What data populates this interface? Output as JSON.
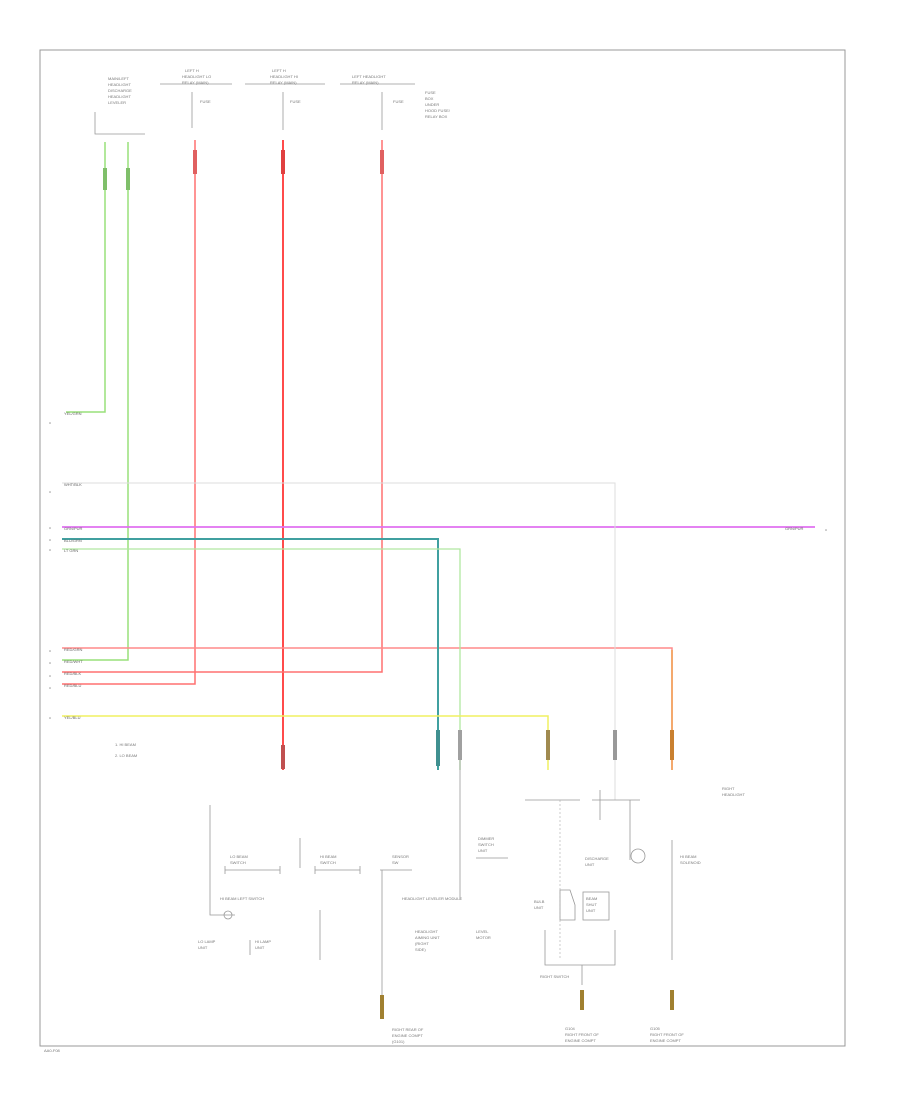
{
  "connectors_top": [
    {
      "lines": [
        "MAIN/LEFT",
        "HEADLIGHT",
        "DISCHARGE",
        "HEADLIGHT",
        "LEVELER"
      ]
    },
    {
      "lines": [
        "LEFT H",
        "HEADLIGHT LO",
        "RELAY (MAIN)"
      ],
      "fuse": "FUSE"
    },
    {
      "lines": [
        "LEFT H",
        "HEADLIGHT HI",
        "RELAY (MAIN)"
      ],
      "fuse": "FUSE"
    },
    {
      "lines": [
        "LEFT HEADLIGHT",
        "RELAY (MAIN)"
      ],
      "fuse": "FUSE"
    }
  ],
  "legend_top": [
    "FUSE",
    "BOX",
    "UNDER",
    "HOOD FUSE/",
    "RELAY BOX"
  ],
  "wire_labels": {
    "ygn": "YEL/GRN",
    "wht_blk": "WHT/BLK",
    "pur": "GRN/PUR",
    "blu": "BLU/GRN",
    "grn": "LT GRN",
    "red1": "RED/GRN",
    "red2": "RED/WHT",
    "red3": "RED/BLK",
    "red4": "RED/BLU",
    "yel": "YEL/BLU"
  },
  "right_wire_label": "GRN/PUR",
  "notes": [
    "1. HI BEAM",
    "2. LO BEAM"
  ],
  "right_headlight_label": [
    "RIGHT",
    "HEADLIGHT"
  ],
  "components": {
    "lo_beam": [
      "LO BEAM",
      "SWITCH"
    ],
    "hi_beam": [
      "HI BEAM",
      "SWITCH"
    ],
    "sensor": [
      "SENSOR",
      "SW"
    ],
    "dimmer": [
      "DIMMER",
      "SWITCH",
      "UNIT"
    ],
    "discharge": [
      "DISCHARGE",
      "UNIT"
    ],
    "hi_beam_solenoid": [
      "HI BEAM",
      "SOLENOID"
    ],
    "beam_unit": [
      "BEAM",
      "SHUT",
      "UNIT"
    ],
    "bulb": [
      "BULB",
      "UNIT"
    ],
    "leveler_module": "HEADLIGHT LEVELER MODULE",
    "leveler_text": [
      "HEADLIGHT",
      "AIMING UNIT",
      "(RIGHT",
      "SIDE)"
    ],
    "motor": [
      "LEVEL",
      "MOTOR"
    ],
    "hi_beam_switch_left": "HI BEAM LEFT SWITCH",
    "lo_lamp": [
      "LO LAMP",
      "UNIT"
    ],
    "hi_lamp": [
      "HI LAMP",
      "UNIT"
    ],
    "right_switch": "RIGHT SWITCH"
  },
  "grounds": [
    {
      "lines": [
        "RIGHT REAR OF",
        "ENGINE COMPT",
        "(G101)"
      ]
    },
    {
      "lines": [
        "G104",
        "RIGHT FRONT OF",
        "ENGINE COMPT"
      ]
    },
    {
      "lines": [
        "G105",
        "RIGHT FRONT OF",
        "ENGINE COMPT"
      ]
    }
  ],
  "footer": "AA0-F08"
}
